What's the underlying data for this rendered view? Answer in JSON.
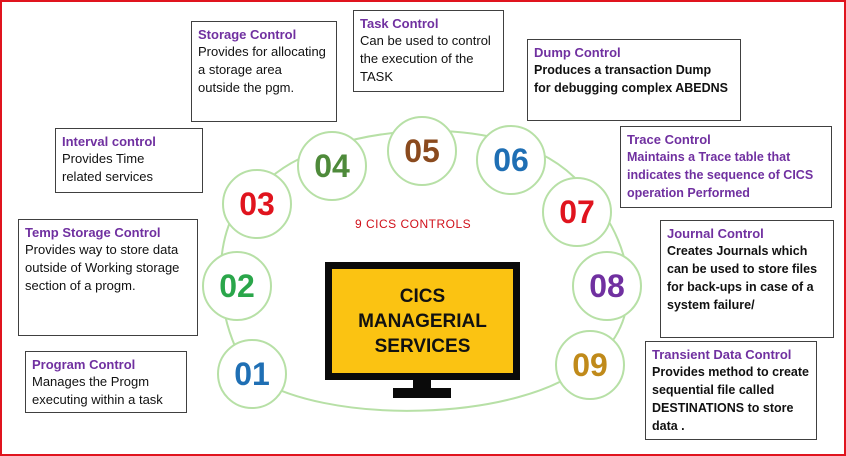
{
  "diagram": {
    "center_label": "9  CICS CONTROLS",
    "monitor_lines": [
      "CICS",
      "MANAGERIAL",
      "SERVICES"
    ],
    "colors": {
      "accent_red": "#e0141e",
      "monitor_yellow": "#fbc312",
      "title_purple": "#7030a0",
      "circle_border": "#b7e0a6"
    },
    "circles": [
      {
        "label": "01",
        "color": "#1f6fb4"
      },
      {
        "label": "02",
        "color": "#2aa64a"
      },
      {
        "label": "03",
        "color": "#e0141e"
      },
      {
        "label": "04",
        "color": "#4e8a3a"
      },
      {
        "label": "05",
        "color": "#8a4a1e"
      },
      {
        "label": "06",
        "color": "#1f6fb4"
      },
      {
        "label": "07",
        "color": "#e0141e"
      },
      {
        "label": "08",
        "color": "#7030a0"
      },
      {
        "label": "09",
        "color": "#c08a1a"
      }
    ],
    "boxes": [
      {
        "title": "Program Control",
        "text": "Manages the Progm executing within a task"
      },
      {
        "title": "Temp Storage Control",
        "text": "Provides way to store data outside of Working storage section of a progm."
      },
      {
        "title": "Interval control",
        "text": "Provides Time related services"
      },
      {
        "title": "Storage Control",
        "text": "Provides for allocating a storage area outside the pgm."
      },
      {
        "title": "Task Control",
        "text": " Can be used to control the execution of the TASK"
      },
      {
        "title": "Dump Control",
        "text": "Produces a transaction Dump for debugging complex ABEDNS"
      },
      {
        "title": "Trace Control",
        "text": "Maintains a Trace table that indicates the sequence of CICS operation Performed"
      },
      {
        "title": "Journal Control",
        "text": "Creates Journals which can be used to store files for back-ups in case of a system failure/"
      },
      {
        "title": "Transient Data Control",
        "text": "Provides method to create sequential file called DESTINATIONS  to store data ."
      }
    ]
  }
}
